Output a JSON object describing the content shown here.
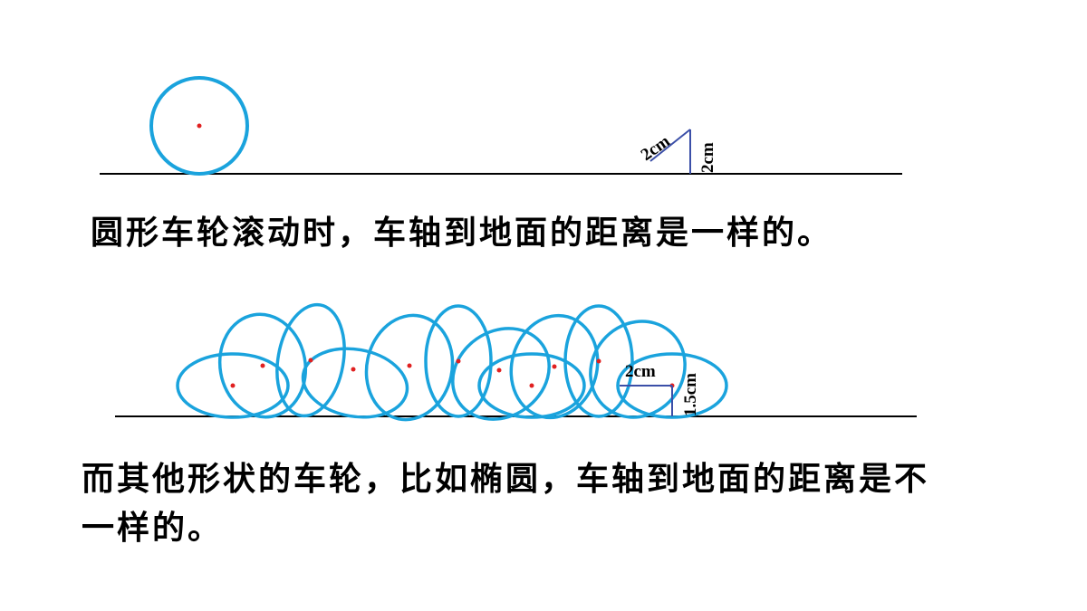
{
  "colors": {
    "wheel": "#1aa3dd",
    "axle": "#e02020",
    "ground": "#000000",
    "dimension": "#3b4fa8",
    "text": "#000000"
  },
  "circle_section": {
    "caption": "圆形车轮滚动时，车轴到地面的距离是一样的。",
    "slant_label": "2cm",
    "vertical_label": "2cm"
  },
  "ellipse_section": {
    "caption": "而其他形状的车轮，比如椭圆，车轴到地面的距离是不一样的。",
    "horizontal_label": "2cm",
    "vertical_label": "1.5cm"
  }
}
